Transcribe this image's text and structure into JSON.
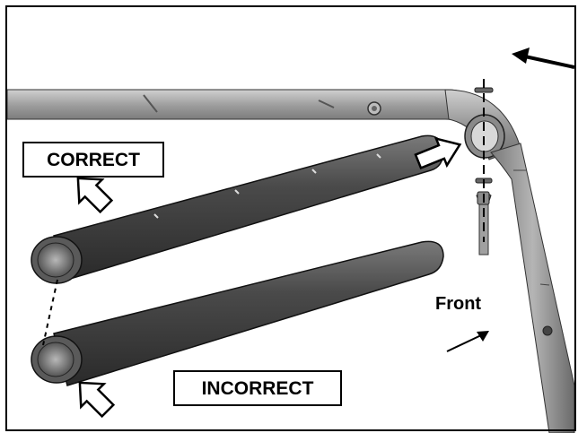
{
  "labels": {
    "correct": "CORRECT",
    "incorrect": "INCORRECT",
    "front": "Front"
  },
  "colors": {
    "tube_dark": "#3f3f3f",
    "tube_light": "#8c8c8c",
    "frame_gray": "#9a9a9a",
    "outline": "#000000"
  }
}
